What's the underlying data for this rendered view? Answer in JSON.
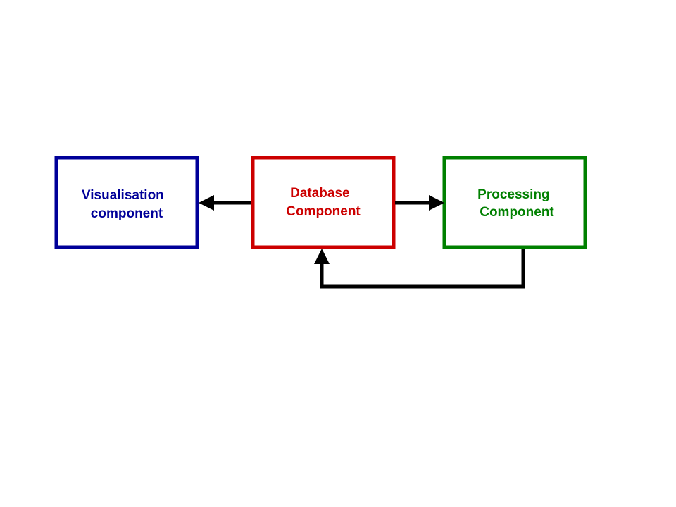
{
  "diagram": {
    "nodes": {
      "visualisation": {
        "line1": "Visualisation",
        "line2": "component",
        "color": "#000099"
      },
      "database": {
        "line1": "Database",
        "line2": "Component",
        "color": "#cc0000"
      },
      "processing": {
        "line1": "Processing",
        "line2": "Component",
        "color": "#008000"
      }
    },
    "edges": [
      {
        "from": "database",
        "to": "visualisation"
      },
      {
        "from": "database",
        "to": "processing"
      },
      {
        "from": "processing",
        "to": "database"
      }
    ],
    "edge_color": "#000000"
  }
}
